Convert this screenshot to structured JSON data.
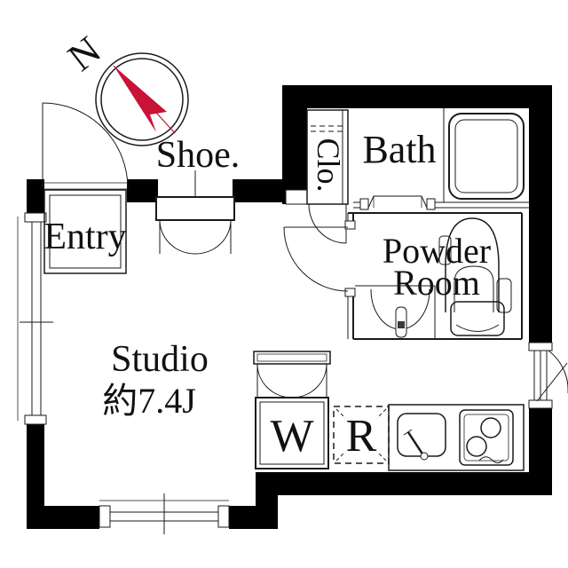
{
  "colors": {
    "wall": "#000000",
    "line": "#1a1a1a",
    "accent_red": "#c81236",
    "background": "#ffffff"
  },
  "compass": {
    "north_label": "N"
  },
  "labels": {
    "shoe_cabinet": "Shoe.",
    "entry": "Entry",
    "closet": "Clo.",
    "bath": "Bath",
    "powder_room_line1": "Powder",
    "powder_room_line2": "Room",
    "studio": "Studio",
    "studio_size": "約7.4J",
    "washer": "W",
    "refrigerator": "R"
  },
  "fixtures": {
    "compass": "compass-rose",
    "bathtub": "bathtub",
    "toilet": "toilet",
    "washbasin": "washbasin",
    "kitchen_sink": "kitchen-sink",
    "stove": "two-burner-stove",
    "shoe_cabinet_doors": "double-swing-doors",
    "washer_space": "washer-space",
    "refrigerator_space": "refrigerator-space",
    "windows": "sliding-windows"
  }
}
